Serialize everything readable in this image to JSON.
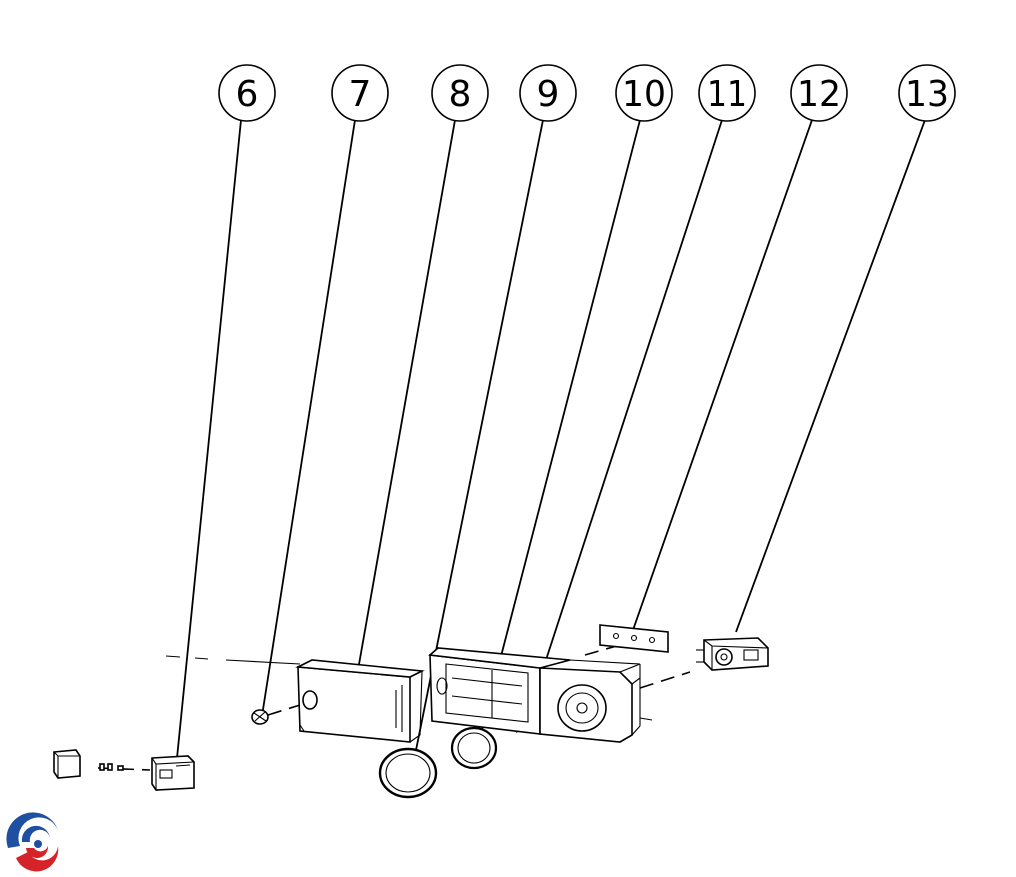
{
  "diagram": {
    "callouts": [
      {
        "id": "6",
        "label": "6"
      },
      {
        "id": "7",
        "label": "7"
      },
      {
        "id": "8",
        "label": "8"
      },
      {
        "id": "9",
        "label": "9"
      },
      {
        "id": "10",
        "label": "10"
      },
      {
        "id": "11",
        "label": "11"
      },
      {
        "id": "12",
        "label": "12"
      },
      {
        "id": "13",
        "label": "13"
      }
    ]
  },
  "colors": {
    "line": "#000000",
    "background": "#ffffff",
    "logo_blue": "#1f4fa0",
    "logo_red": "#d4242a"
  },
  "logo": {
    "icon": "brand-swirl-logo"
  }
}
